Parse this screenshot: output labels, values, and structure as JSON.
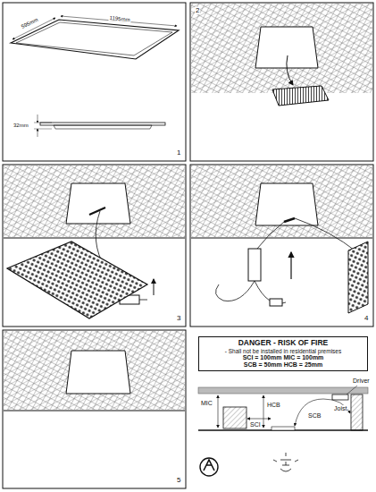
{
  "diagram": {
    "nodes": [
      {
        "text": [
          "DANGER - RISK OF FIRE",
          "- Shall not be installed in residential premises",
          "SCI = 100mm  MIC = 100mm",
          "SCB = 50mm  HCB = 25mm"
        ]
      }
    ],
    "labels": [
      "595mm",
      "1195mm",
      "32mm",
      "1",
      "2",
      "3",
      "4",
      "5",
      "MIC",
      "HCB",
      "SCI",
      "SCB",
      "Driver",
      "Joist"
    ]
  }
}
